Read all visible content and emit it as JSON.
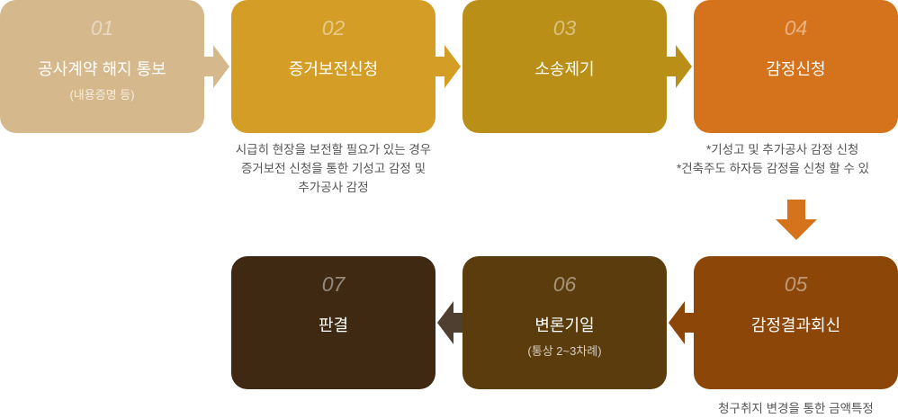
{
  "steps": [
    {
      "num": "01",
      "title": "공사계약 해지 통보",
      "sub": "(내용증명 등)",
      "color": "#d5b98c"
    },
    {
      "num": "02",
      "title": "증거보전신청",
      "color": "#d49e26"
    },
    {
      "num": "03",
      "title": "소송제기",
      "color": "#b98f17"
    },
    {
      "num": "04",
      "title": "감정신청",
      "color": "#d5721c"
    },
    {
      "num": "05",
      "title": "감정결과회신",
      "color": "#8b4608"
    },
    {
      "num": "06",
      "title": "변론기일",
      "sub": "(통상 2~3차례)",
      "color": "#5b3c0c"
    },
    {
      "num": "07",
      "title": "판결",
      "color": "#3f2912"
    }
  ],
  "notes": {
    "step02": [
      "시급히 현장을 보전할 필요가 있는 경우",
      "증거보전 신청을 통한 기성고 감정 및",
      "추가공사 감정"
    ],
    "step04": [
      "*기성고 및 추가공사 감정 신청",
      "*건축주도 하자등 감정을 신청 할 수 있"
    ],
    "step05": [
      "청구취지 변경을 통한 금액특정"
    ]
  }
}
